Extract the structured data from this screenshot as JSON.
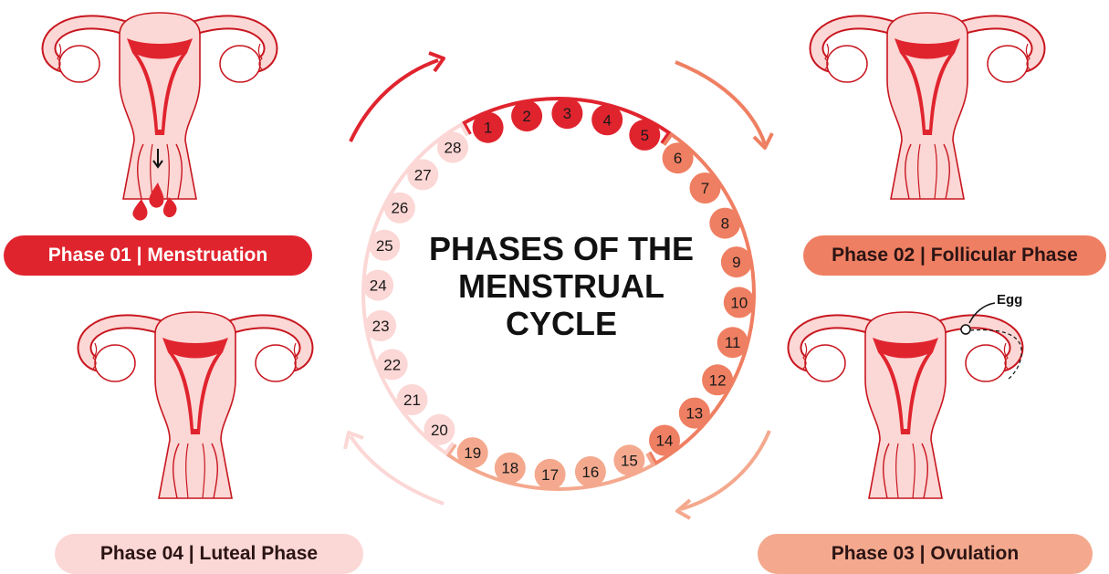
{
  "title_lines": [
    "PHASES OF THE",
    "MENSTRUAL",
    "CYCLE"
  ],
  "phases": [
    {
      "label": "Phase 01 | Menstruation",
      "days": [
        1,
        5
      ],
      "color": "#e0242e"
    },
    {
      "label": "Phase 02 | Follicular Phase",
      "days": [
        6,
        14
      ],
      "color": "#ef7f62"
    },
    {
      "label": "Phase 03 | Ovulation",
      "days": [
        15,
        19
      ],
      "color": "#f4a98e"
    },
    {
      "label": "Phase 04 | Luteal Phase",
      "days": [
        20,
        28
      ],
      "color": "#fbd7d5"
    }
  ],
  "days": [
    "1",
    "2",
    "3",
    "4",
    "5",
    "6",
    "7",
    "8",
    "9",
    "10",
    "11",
    "12",
    "13",
    "14",
    "15",
    "16",
    "17",
    "18",
    "19",
    "20",
    "21",
    "22",
    "23",
    "24",
    "25",
    "26",
    "27",
    "28"
  ],
  "egg_label": "Egg",
  "colors": {
    "outline": "#c8161f",
    "uterus_fill": "#fbd7d5",
    "lining": "#e0242e",
    "arrow_1": "#e0242e",
    "arrow_2": "#ef7f62",
    "arrow_3": "#f4a98e",
    "arrow_4": "#fbd7d5"
  }
}
